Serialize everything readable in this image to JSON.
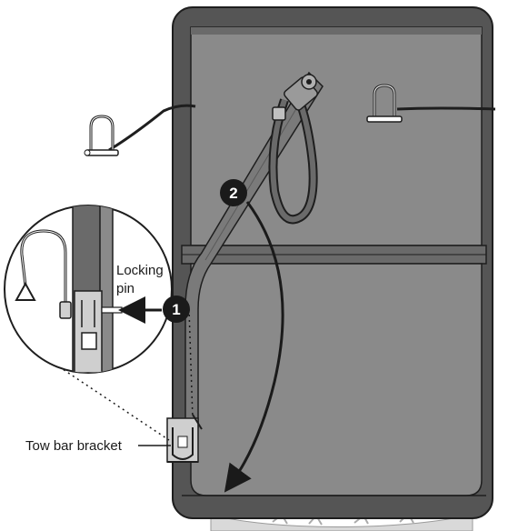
{
  "labels": {
    "locking_pin_line1": "Locking",
    "locking_pin_line2": "pin",
    "tow_bar_bracket": "Tow bar bracket"
  },
  "steps": {
    "step1": "1",
    "step2": "2"
  },
  "colors": {
    "panel_fill": "#8a8a8a",
    "frame_dark": "#4a4a4a",
    "outline": "#1e1e1e",
    "callout_circle": "#1a1a1a",
    "callout_text": "#ffffff"
  },
  "icons": [
    "d-ring-shackle-icon",
    "strap-buckle-icon",
    "locking-pin-icon",
    "tow-bar-bracket-icon",
    "curved-arrow-icon"
  ]
}
